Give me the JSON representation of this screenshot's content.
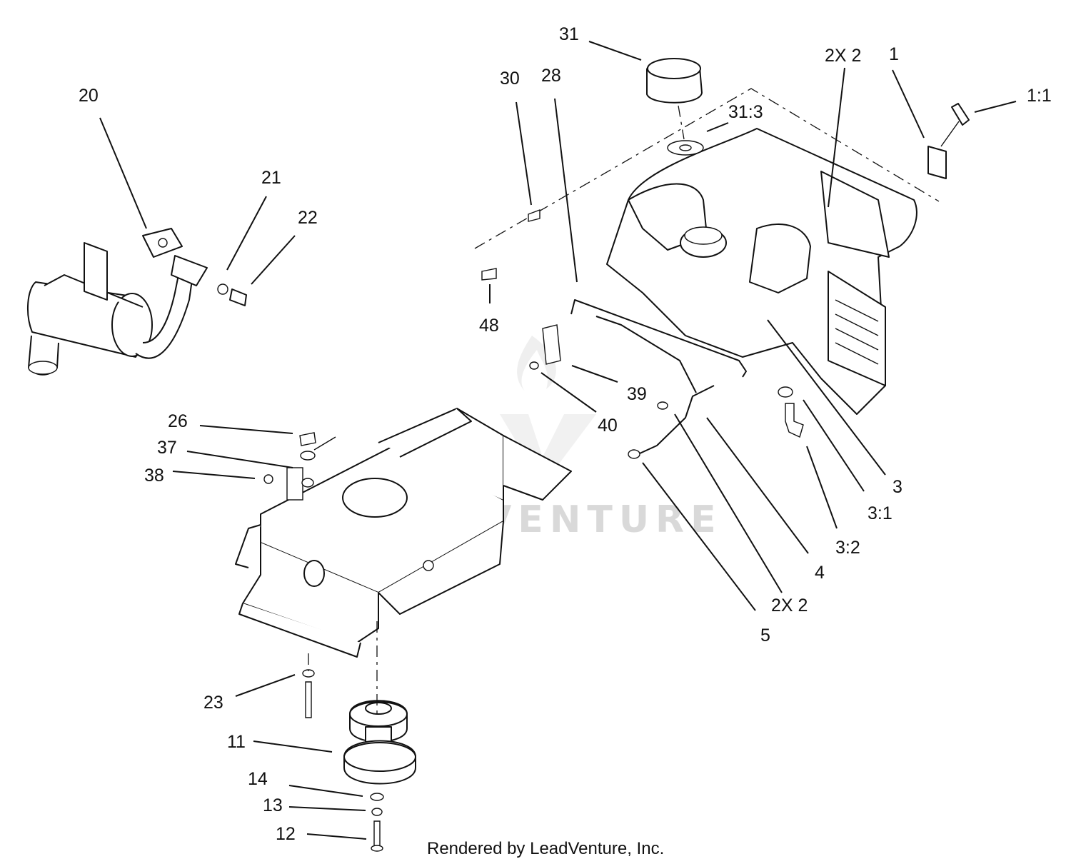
{
  "diagram": {
    "labels": {
      "p20": "20",
      "p21": "21",
      "p22": "22",
      "p31": "31",
      "p30": "30",
      "p28": "28",
      "p2x2_top": "2X 2",
      "p1": "1",
      "p1_1": "1:1",
      "p31_3": "31:3",
      "p48": "48",
      "p39": "39",
      "p40": "40",
      "p26": "26",
      "p37": "37",
      "p38": "38",
      "p3": "3",
      "p3_1": "3:1",
      "p3_2": "3:2",
      "p4": "4",
      "p2x2_bottom": "2X 2",
      "p5": "5",
      "p23": "23",
      "p11": "11",
      "p14": "14",
      "p13": "13",
      "p12": "12"
    },
    "credit": "Rendered by LeadVenture, Inc.",
    "watermark": "LEADVENTURE"
  }
}
